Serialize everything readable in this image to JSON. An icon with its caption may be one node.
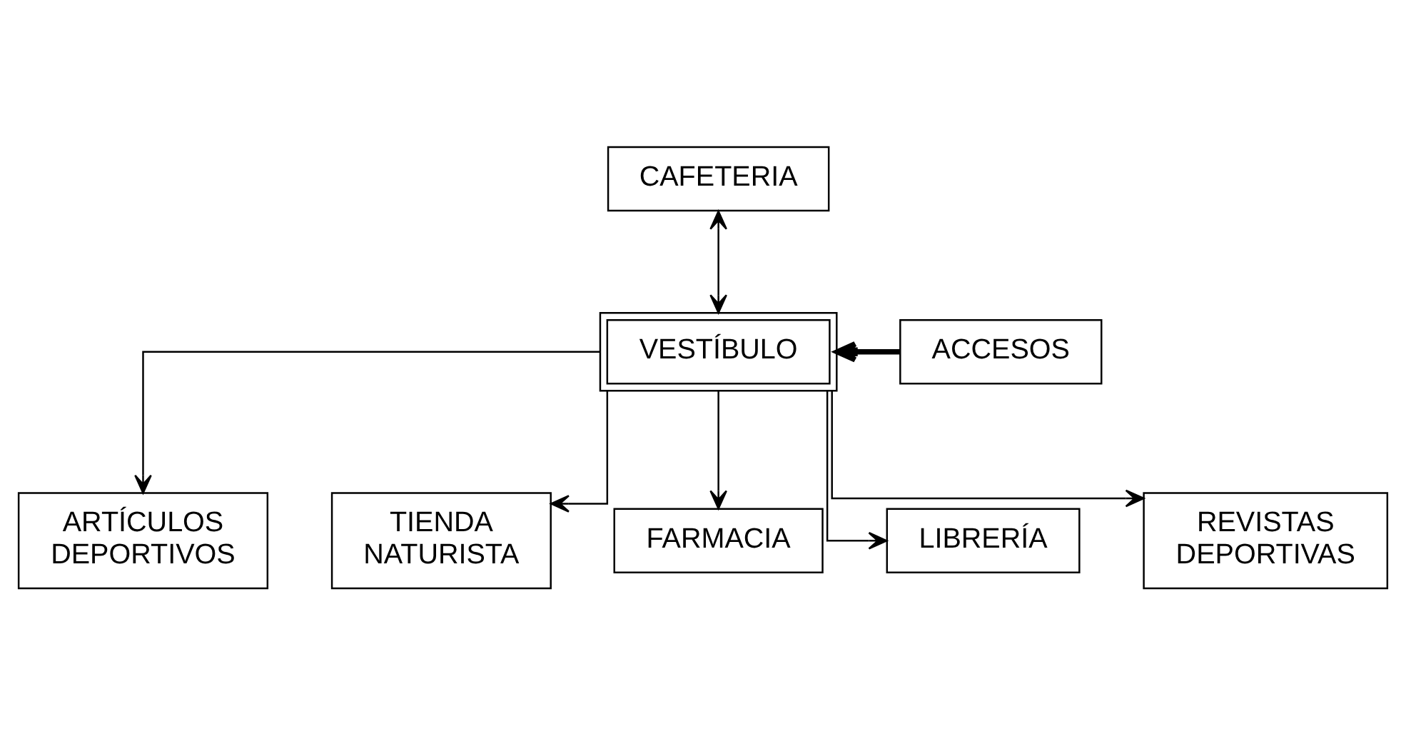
{
  "diagram": {
    "nodes": [
      {
        "text": [
          "CAFETERIA"
        ]
      },
      {
        "text": [
          "ARTÍCULOS DEPORTIVOS"
        ]
      },
      {
        "text": [
          "VESTÍBULO"
        ]
      },
      {
        "text": [
          "ACCESOS"
        ]
      },
      {
        "text": [
          "TIENDA NATURISTA"
        ]
      },
      {
        "text": [
          "FARMACIA"
        ]
      },
      {
        "text": [
          "LIBRERÍA"
        ]
      },
      {
        "text": [
          "REVISTAS DEPORTIVAS"
        ]
      }
    ],
    "edges": [
      {
        "from": 0,
        "to": 2,
        "arrow": "both"
      },
      {
        "from": 2,
        "to": 1,
        "arrow": "to"
      },
      {
        "from": 2,
        "to": 4,
        "arrow": "to"
      },
      {
        "from": 2,
        "to": 5,
        "arrow": "to"
      },
      {
        "from": 3,
        "to": 2,
        "arrow": "to",
        "style": "thick"
      },
      {
        "from": 2,
        "to": 6,
        "arrow": "to"
      },
      {
        "from": 2,
        "to": 7,
        "arrow": "to"
      }
    ]
  }
}
